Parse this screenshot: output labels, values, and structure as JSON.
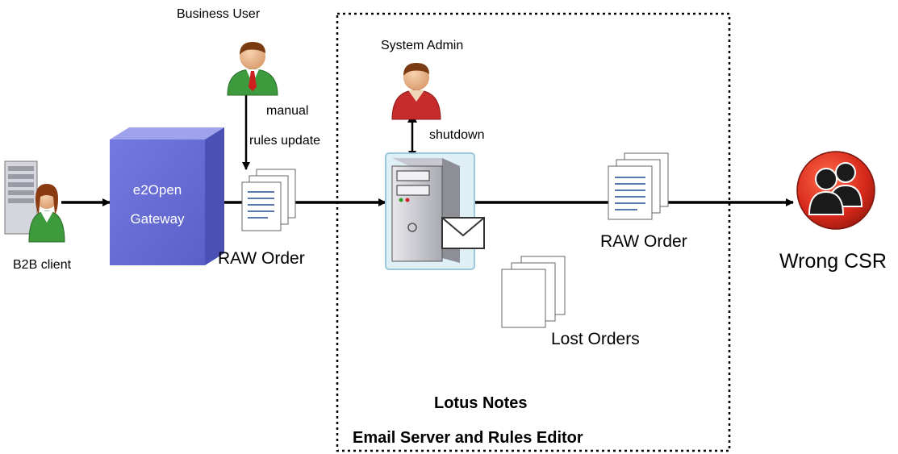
{
  "actors": {
    "business_user": "Business User",
    "system_admin": "System Admin",
    "b2b_client": "B2B client",
    "wrong_csr": "Wrong CSR"
  },
  "gateway": {
    "line1": "e2Open",
    "line2": "Gateway"
  },
  "annotations": {
    "manual": "manual",
    "rules_update": "rules update",
    "shutdown": "shutdown"
  },
  "documents": {
    "raw_order_left": "RAW Order",
    "raw_order_right": "RAW Order",
    "lost_orders": "Lost Orders"
  },
  "boundary": {
    "title": "Lotus Notes",
    "subtitle": "Email Server and Rules Editor"
  },
  "colors": {
    "gateway_blue": "#6a70d6",
    "csr_red": "#d92a1c",
    "user_green": "#3d9a3d",
    "admin_red": "#c62c2c"
  }
}
